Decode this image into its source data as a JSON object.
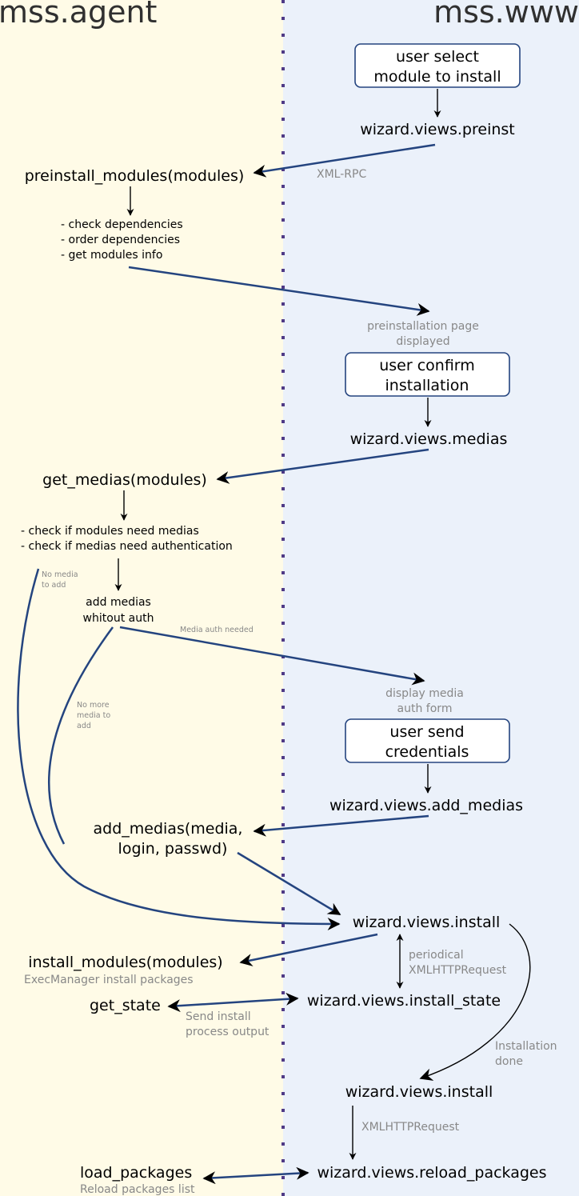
{
  "lanes": {
    "left": "mss.agent",
    "right": "mss.www"
  },
  "colors": {
    "left_bg": "#fffbe7",
    "right_bg": "#ebf1fa",
    "divider": "#4f3a86",
    "flow": "#24447f",
    "label": "#888888"
  },
  "nodes": {
    "user_select": [
      "user select",
      "module to install"
    ],
    "preinst": "wizard.views.preinst",
    "preinstall_modules": "preinstall_modules(modules)",
    "preinstall_notes": [
      "- check dependencies",
      "- order dependencies",
      "- get modules info"
    ],
    "user_confirm": [
      "user confirm",
      "installation"
    ],
    "views_medias": "wizard.views.medias",
    "get_medias": "get_medias(modules)",
    "medias_notes": [
      "- check if modules need medias",
      "- check if medias need authentication"
    ],
    "add_medias_noauth": [
      "add medias",
      "whitout auth"
    ],
    "user_send": [
      "user send",
      "credentials"
    ],
    "views_add_medias": "wizard.views.add_medias",
    "add_medias": [
      "add_medias(media,",
      "login, passwd)"
    ],
    "views_install": "wizard.views.install",
    "install_modules": "install_modules(modules)",
    "install_modules_sub": "ExecManager install packages",
    "views_install_state": "wizard.views.install_state",
    "get_state": "get_state",
    "views_install_2": "wizard.views.install",
    "views_reload_packages": "wizard.views.reload_packages",
    "load_packages": "load_packages",
    "load_packages_sub": "Reload packages list"
  },
  "labels": {
    "xmlrpc": "XML-RPC",
    "preinst_page": [
      "preinstallation page",
      "displayed"
    ],
    "no_media": [
      "No media",
      "to add"
    ],
    "media_auth_needed": "Media auth needed",
    "display_form": [
      "display media",
      "auth form"
    ],
    "no_more_media": [
      "No more",
      "media to",
      "add"
    ],
    "periodical": [
      "periodical",
      "XMLHTTPRequest"
    ],
    "send_install": [
      "Send install",
      "process output"
    ],
    "install_done": [
      "Installation",
      "done"
    ],
    "xmlhttp": "XMLHTTPRequest"
  }
}
